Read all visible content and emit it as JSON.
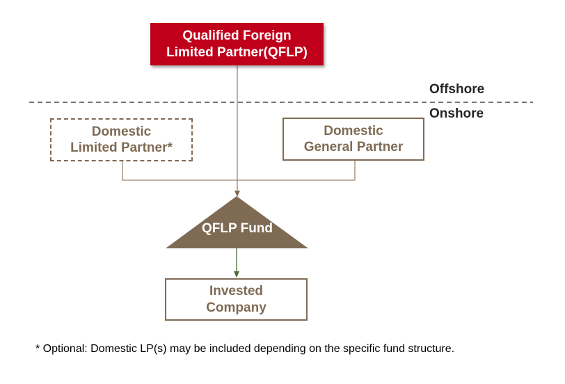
{
  "diagram": {
    "qflp_box": "Qualified Foreign\nLimited Partner(QFLP)",
    "domestic_lp_box": "Domestic\nLimited Partner*",
    "domestic_gp_box": "Domestic\nGeneral Partner",
    "fund_label": "QFLP Fund",
    "invested_box": "Invested\nCompany",
    "offshore_label": "Offshore",
    "onshore_label": "Onshore",
    "footnote": "* Optional: Domestic LP(s) may be included depending on the specific fund structure."
  },
  "colors": {
    "qflp_fill": "#c0001a",
    "brown": "#7f6b54",
    "arrow_green": "#4a6b35",
    "divider": "#262626"
  }
}
